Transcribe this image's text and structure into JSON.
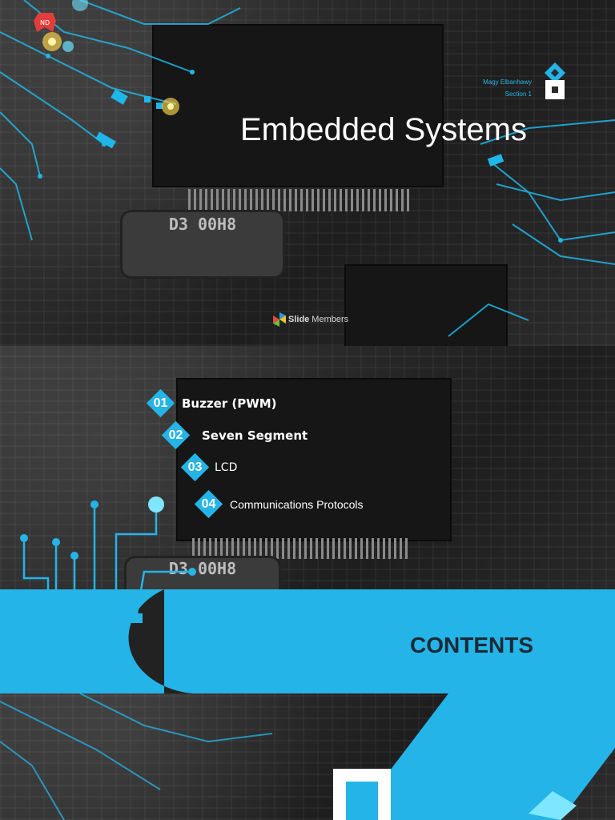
{
  "slide1": {
    "author_name": "Magy Elbanhawy",
    "author_section": "Section 1",
    "title": "Embedded Systems",
    "crystal_text": "D3 00H8",
    "brand": {
      "bold": "Slide",
      "rest": "Members"
    }
  },
  "slide2": {
    "heading": "CONTENTS",
    "items": [
      {
        "num": "01",
        "label": "Buzzer (PWM)"
      },
      {
        "num": "02",
        "label": "Seven Segment"
      },
      {
        "num": "03",
        "label": "LCD"
      },
      {
        "num": "04",
        "label": "Communications Protocols"
      }
    ],
    "crystal_text": "D3 00H8"
  },
  "colors": {
    "accent": "#25b4e8",
    "heading": "#1b2a35",
    "title": "#ffffff"
  },
  "icons": [
    "diamond-logo-icon",
    "square-logo-icon",
    "slidemembers-logo-icon",
    "ribbon-icon"
  ]
}
